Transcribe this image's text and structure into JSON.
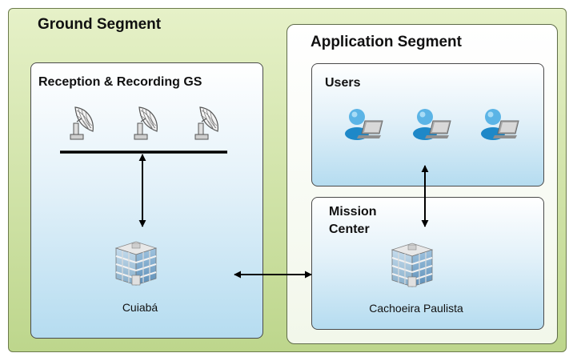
{
  "ground_segment": {
    "title": "Ground Segment",
    "reception_station": {
      "title": "Reception & Recording GS",
      "antenna_icons": [
        "antenna-icon",
        "antenna-icon",
        "antenna-icon"
      ],
      "site": {
        "label": "Cuiabá",
        "icon": "building-icon"
      }
    }
  },
  "application_segment": {
    "title": "Application Segment",
    "users": {
      "title": "Users",
      "user_icons": [
        "user-computer-icon",
        "user-computer-icon",
        "user-computer-icon"
      ]
    },
    "mission_center": {
      "title_line1": "Mission",
      "title_line2": "Center",
      "site": {
        "label": "Cachoeira Paulista",
        "icon": "building-icon"
      }
    }
  },
  "colors": {
    "outer_fill": "#c7dd98",
    "panel_fill": "#b5dcf0",
    "user_blue": "#1e88c8",
    "arrow": "#000000"
  }
}
